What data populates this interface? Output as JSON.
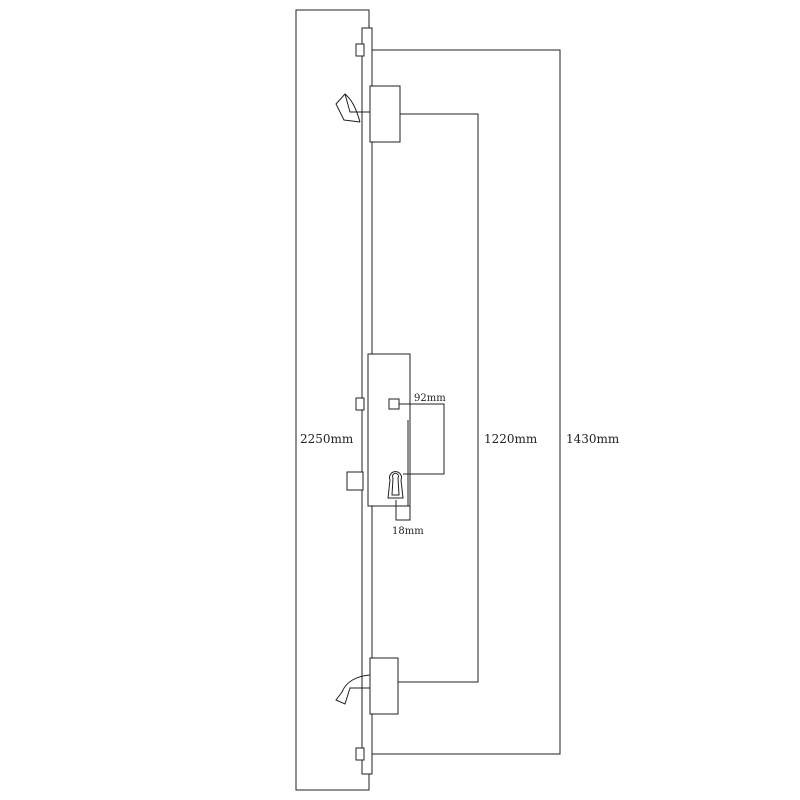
{
  "diagram": {
    "dimensions": {
      "overall_height": "2250mm",
      "outer_lock_points": "1430mm",
      "inner_hook_bolts": "1220mm",
      "centre_to_spindle": "92mm",
      "backset": "18mm"
    },
    "colors": {
      "line": "#222222",
      "background": "#ffffff"
    }
  }
}
